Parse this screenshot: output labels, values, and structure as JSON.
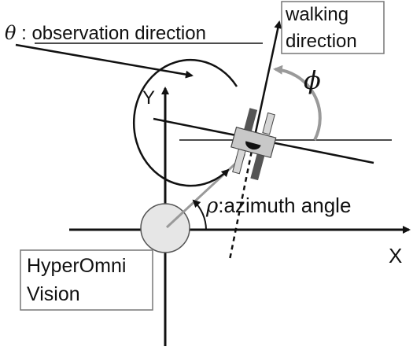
{
  "labels": {
    "theta_symbol": "θ",
    "theta_text": " : observation direction",
    "walking_line1": "walking",
    "walking_line2": "direction",
    "phi_symbol": "ϕ",
    "y_axis": "Y",
    "x_axis": "X",
    "rho_symbol": "ρ",
    "rho_text": ":azimuth angle",
    "camera_line1": "HyperOmni",
    "camera_line2": "Vision"
  },
  "colors": {
    "line": "#111111",
    "gray_arc": "#9a9a9a",
    "body_fill": "#c8c8c8",
    "dark_part": "#555555",
    "light_part": "#d6d6d6",
    "sensor_fill": "#e6e6e6"
  }
}
